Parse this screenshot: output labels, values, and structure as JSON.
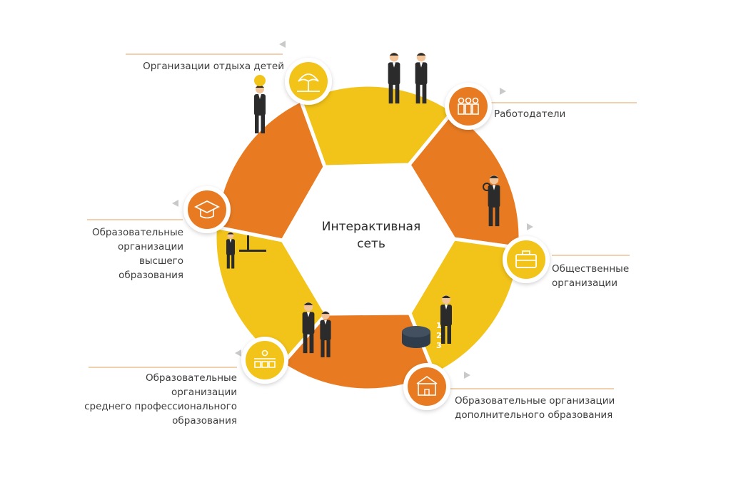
{
  "center": {
    "title": "Интерактивная\nсеть"
  },
  "nodes": [
    {
      "id": "children-rest",
      "label": "Организации отдыха детей",
      "icon": "umbrella-icon",
      "color": "#f2c318"
    },
    {
      "id": "employers",
      "label": "Работодатели",
      "icon": "people-group-icon",
      "color": "#e87b22"
    },
    {
      "id": "public-orgs",
      "label": "Общественные\nорганизации",
      "icon": "briefcase-icon",
      "color": "#f2c318"
    },
    {
      "id": "additional-edu",
      "label": "Образовательные организации\nдополнительного образования",
      "icon": "school-building-icon",
      "color": "#e87b22"
    },
    {
      "id": "secondary-prof-edu",
      "label": "Образовательные\nорганизации \nсреднего профессионального\nобразования",
      "icon": "audience-icon",
      "color": "#f2c318"
    },
    {
      "id": "higher-edu",
      "label": "Образовательные\nорганизации\nвысшего\nобразования",
      "icon": "graduation-cap-icon",
      "color": "#e87b22"
    }
  ],
  "chart_markers": [
    "1",
    "2",
    "3"
  ],
  "colors": {
    "yellow": "#f2c318",
    "orange": "#e87b22",
    "line": "#e0a25c",
    "arrow": "#c9c9c9",
    "figure": "#2b2b2b",
    "skin": "#f1c49a"
  }
}
